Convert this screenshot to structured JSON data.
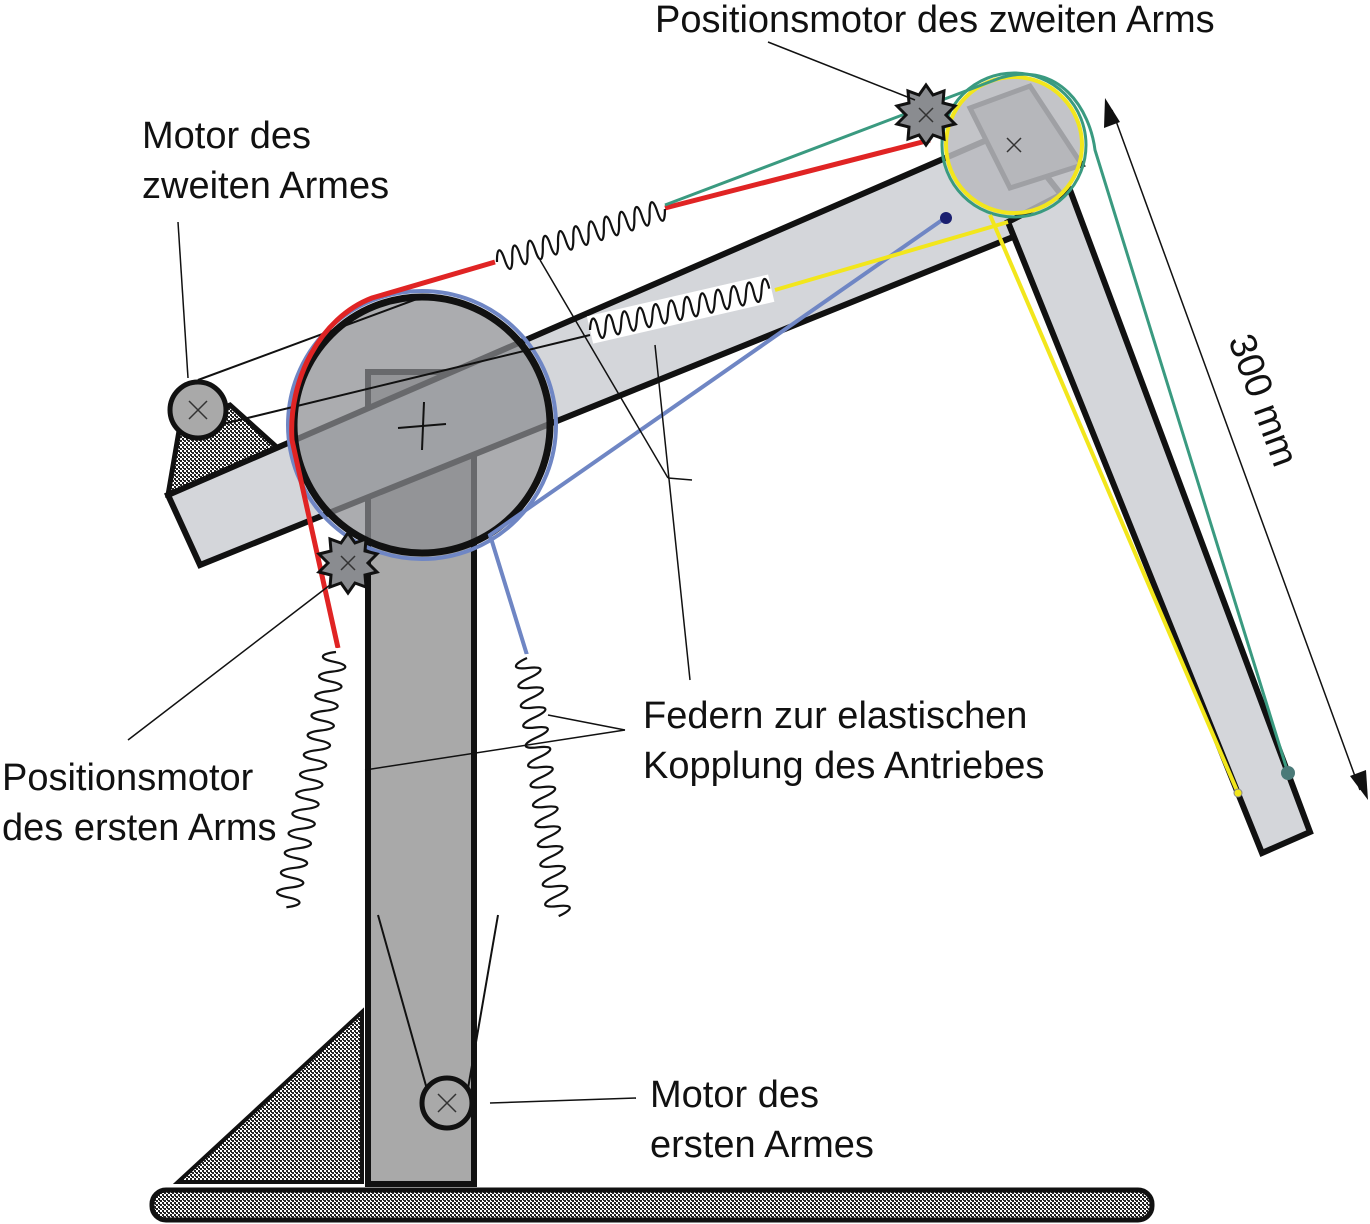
{
  "labels": {
    "pos_motor_arm2": "Positionsmotor des zweiten Arms",
    "motor_arm2_line1": "Motor des",
    "motor_arm2_line2": "zweiten Armes",
    "pos_motor_arm1_line1": "Positionsmotor",
    "pos_motor_arm1_line2": "des ersten Arms",
    "springs_line1": "Federn zur elastischen",
    "springs_line2": "Kopplung des Antriebes",
    "motor_arm1_line1": "Motor des",
    "motor_arm1_line2": "ersten Armes",
    "dimension": "300 mm"
  },
  "colors": {
    "arm_fill": "#d4d6da",
    "column_fill": "#a9a9a9",
    "joint_fill": "#8a8c90",
    "cable_red": "#e02424",
    "cable_blue": "#6f86c4",
    "cable_yellow": "#f2e61c",
    "cable_green": "#3a9a80",
    "outline": "#111111"
  }
}
